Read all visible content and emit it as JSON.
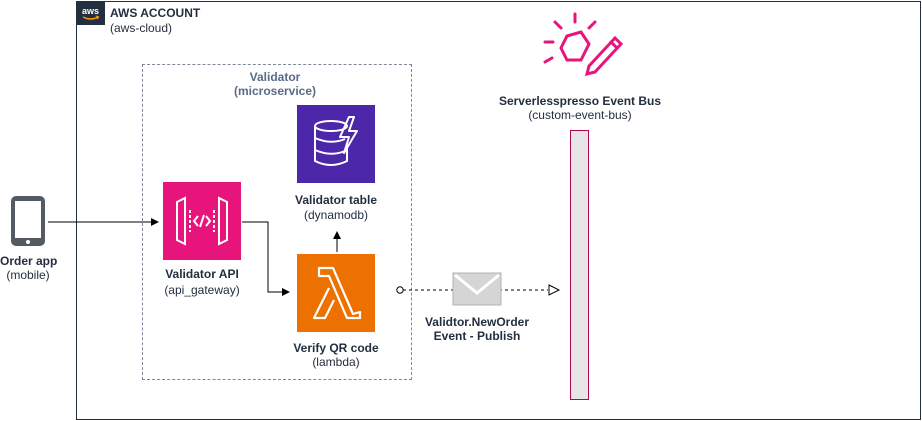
{
  "account": {
    "title": "AWS ACCOUNT",
    "subtitle": "(aws-cloud)",
    "logo_text": "aws"
  },
  "validator_group": {
    "title": "Validator",
    "subtitle": "(microservice)"
  },
  "order_app": {
    "title": "Order app",
    "subtitle": "(mobile)"
  },
  "api": {
    "title": "Validator API",
    "subtitle": "(api_gateway)"
  },
  "table": {
    "title": "Validator table",
    "subtitle": "(dynamodb)"
  },
  "lambda": {
    "title": "Verify QR code",
    "subtitle": "(lambda)"
  },
  "event_bus": {
    "title": "Serverlesspresso Event Bus",
    "subtitle": "(custom-event-bus)"
  },
  "event": {
    "line1": "Validtor.NewOrder",
    "line2": "Event - Publish"
  },
  "colors": {
    "api_gateway": "#e7157b",
    "dynamodb": "#4d27aa",
    "lambda": "#ed7100",
    "eventbridge": "#e7157b",
    "border": "#232f3e",
    "group_text": "#5a6b86"
  }
}
